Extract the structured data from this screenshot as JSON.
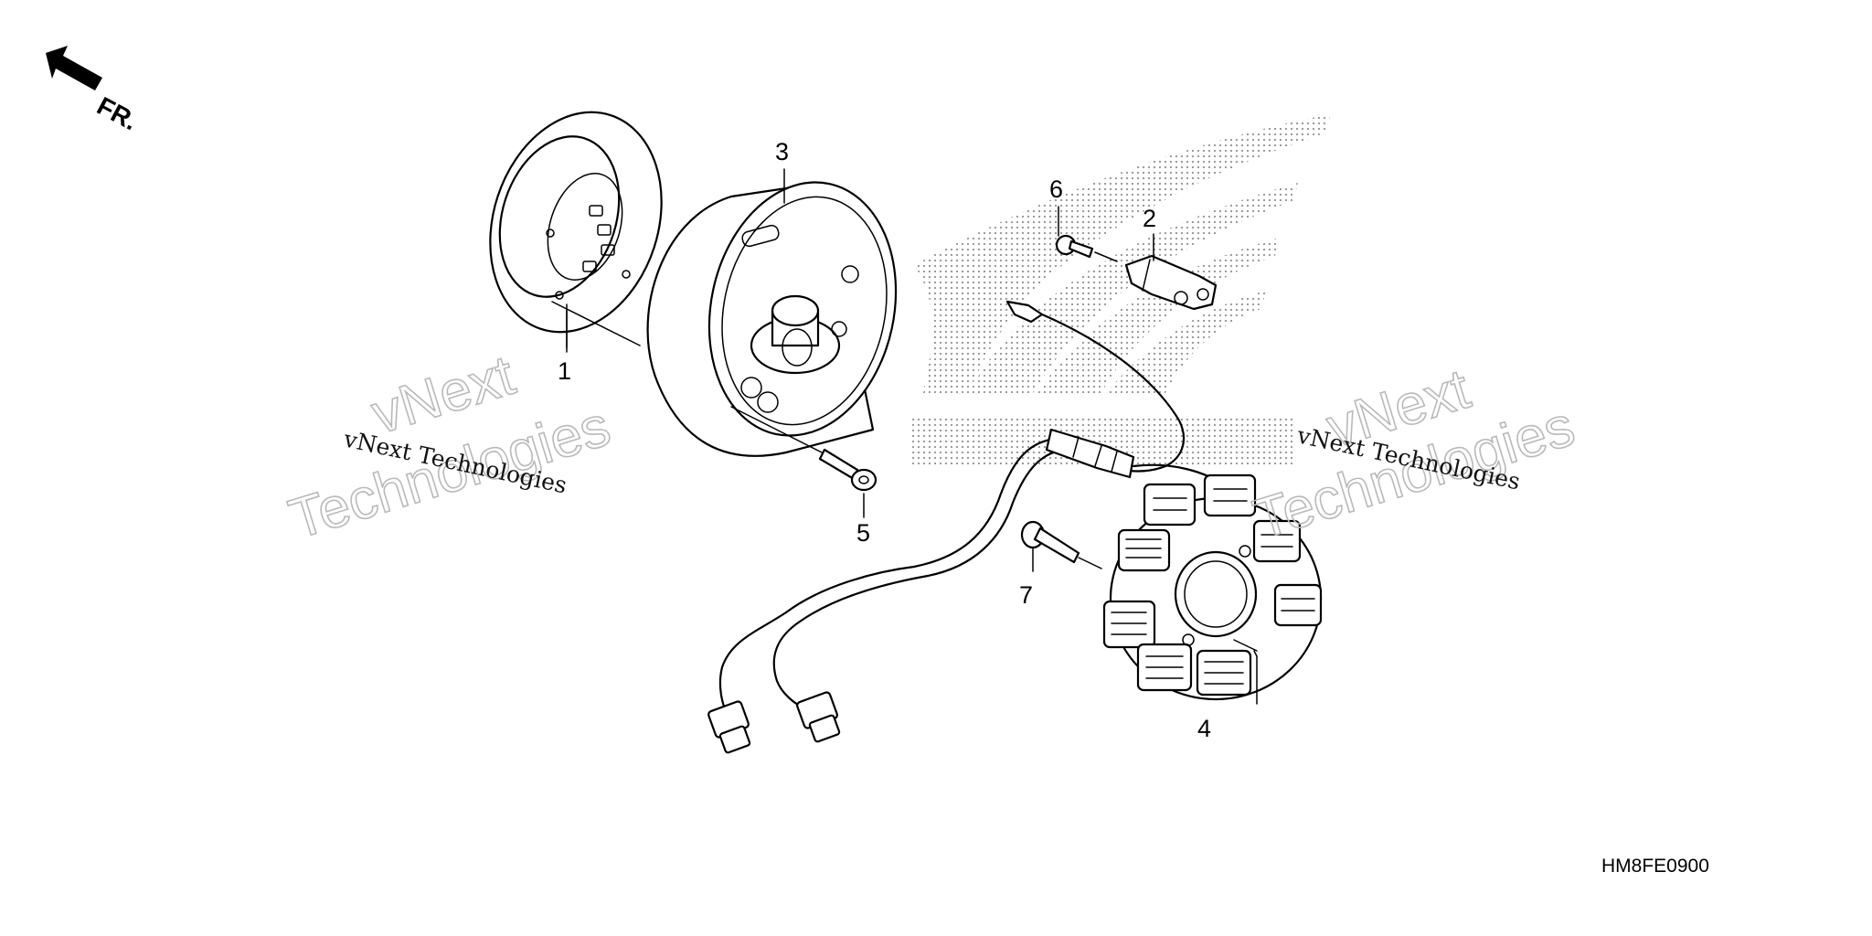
{
  "diagram": {
    "direction_label": "FR.",
    "diagram_code": "HM8FE0900",
    "watermark": {
      "brand_large": "vNext",
      "brand_large_2": "Technologies",
      "brand_small": "vNext Technologies"
    },
    "callouts": [
      {
        "id": "1",
        "label": "1"
      },
      {
        "id": "2",
        "label": "2"
      },
      {
        "id": "3",
        "label": "3"
      },
      {
        "id": "4",
        "label": "4"
      },
      {
        "id": "5",
        "label": "5"
      },
      {
        "id": "6",
        "label": "6"
      },
      {
        "id": "7",
        "label": "7"
      }
    ]
  }
}
